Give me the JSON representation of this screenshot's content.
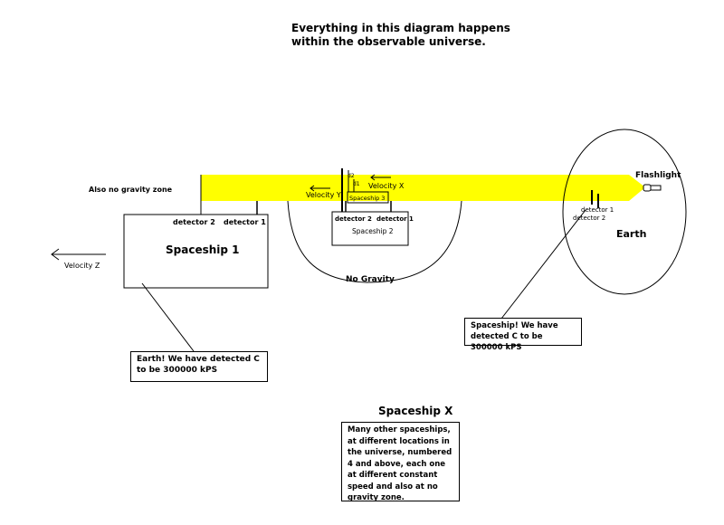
{
  "title_line_1": "Everything  in this diagram happens",
  "title_line_2": "within the observable universe.",
  "no_gravity_zone_label": "Also no gravity zone",
  "no_gravity_label": "No Gravity",
  "spaceship1": {
    "name": "Spaceship 1",
    "detector_2": "detector 2",
    "detector_1": "detector 1",
    "velocity": "Velocity  Z"
  },
  "spaceship2": {
    "name": "Spaceship 2",
    "detector_2": "detector 2",
    "detector_1": "detector 1",
    "velocity": "Velocity Y"
  },
  "spaceship3": {
    "name": "Spaceship 3",
    "d2": "d2",
    "d1": "d1",
    "velocity": "Velocity X"
  },
  "earth": {
    "name": "Earth",
    "flashlight": "Flashlight",
    "detector_1": "detector 1",
    "detector_2": "detector 2"
  },
  "spaceship_x_label": "Spaceship X",
  "notes": {
    "earth_says": "Earth! We have detected C to be 300000 kPS",
    "spaceship_says": "Spaceship! We have detected C to be 300000 kPS",
    "other_ships": "Many other spaceships, at different locations in the universe, numbered 4 and above, each one at different constant speed and also at no gravity zone."
  },
  "colors": {
    "light_beam": "#ffff00",
    "ink": "#000000",
    "background": "#ffffff"
  }
}
